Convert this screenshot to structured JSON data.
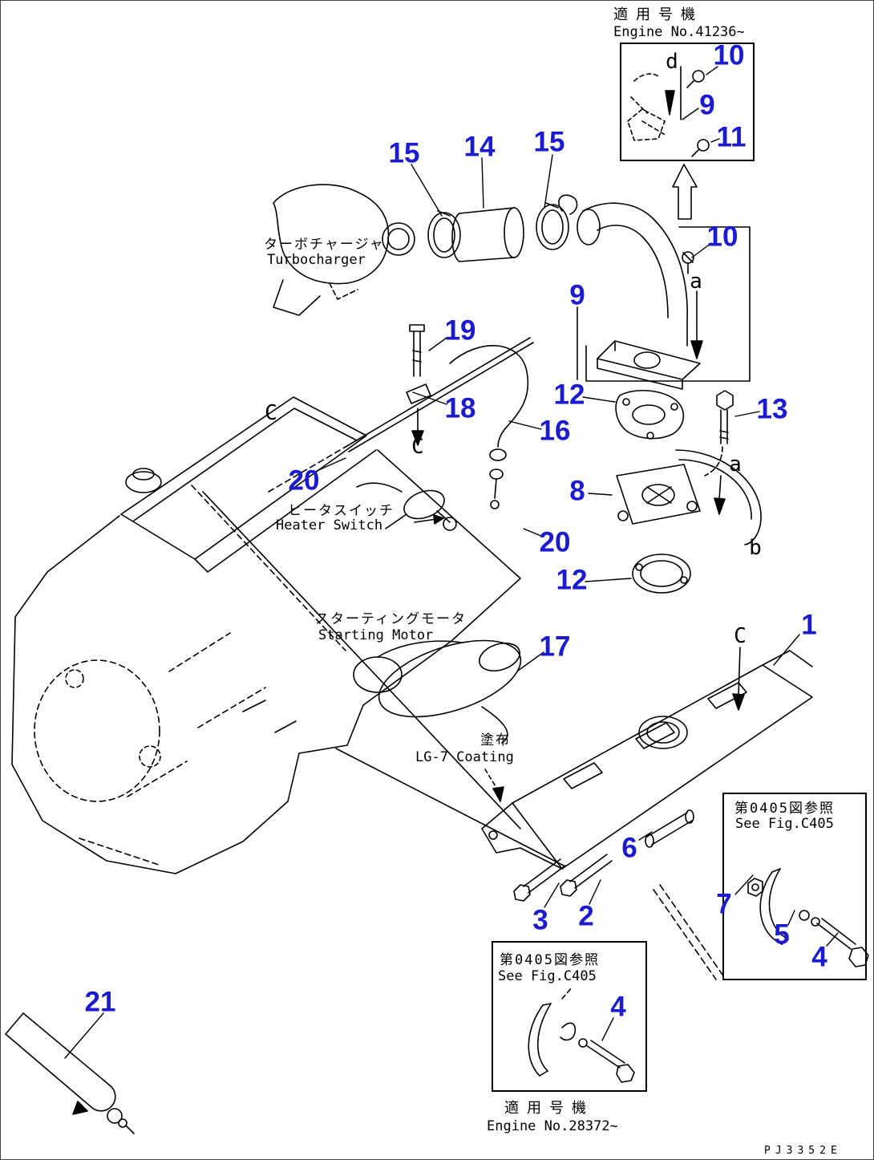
{
  "page": {
    "doc_code": "PJ3352E"
  },
  "serial_top": {
    "jp": "適用号機",
    "en": "Engine No.41236~"
  },
  "serial_bottom": {
    "jp": "適用号機",
    "en": "Engine No.28372~"
  },
  "labels": {
    "turbocharger": {
      "jp": "ターボチャージャ",
      "en": "Turbocharger"
    },
    "heater_switch": {
      "jp": "ヒータスイッチ",
      "en": "Heater Switch"
    },
    "starting_motor": {
      "jp": "スターティングモータ",
      "en": "Starting Motor"
    },
    "coating": {
      "jp": "塗布",
      "en": "LG-7 Coating"
    }
  },
  "figure_refs": {
    "right": {
      "jp": "第0405図参照",
      "en": "See Fig.C405"
    },
    "bottom": {
      "jp": "第0405図参照",
      "en": "See Fig.C405"
    }
  },
  "callouts": [
    "10",
    "9",
    "11",
    "15",
    "14",
    "15",
    "10",
    "9",
    "19",
    "18",
    "12",
    "16",
    "13",
    "20",
    "8",
    "20",
    "12",
    "17",
    "1",
    "6",
    "3",
    "2",
    "7",
    "5",
    "4",
    "4",
    "21"
  ],
  "markers": [
    "d",
    "a",
    "a",
    "b",
    "C",
    "C",
    "C"
  ],
  "colors": {
    "callout_blue": "#1b1bd0",
    "line_black": "#000000",
    "background": "#ffffff"
  }
}
